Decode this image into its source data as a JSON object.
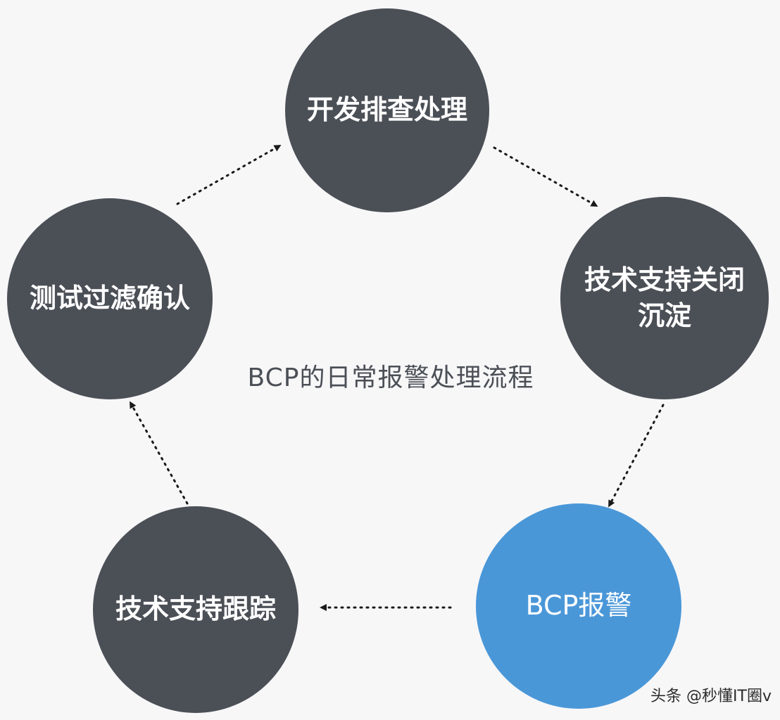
{
  "diagram": {
    "center_label": "BCP的日常报警处理流程",
    "nodes": [
      {
        "id": "dev",
        "label": "开发排查处理"
      },
      {
        "id": "support-close",
        "label_lines": [
          "技术支持关闭",
          "沉淀"
        ]
      },
      {
        "id": "alarm",
        "label": "BCP报警"
      },
      {
        "id": "support-track",
        "label": "技术支持跟踪"
      },
      {
        "id": "test",
        "label": "测试过滤确认"
      }
    ],
    "edges": [
      {
        "from": "dev",
        "to": "support-close"
      },
      {
        "from": "support-close",
        "to": "alarm"
      },
      {
        "from": "alarm",
        "to": "support-track"
      },
      {
        "from": "support-track",
        "to": "test"
      },
      {
        "from": "test",
        "to": "dev"
      }
    ],
    "colors": {
      "node": "#4b4f56",
      "accent_node": "#4a97d8",
      "arrow": "#1a1a1a",
      "background": "#f7f7f8"
    }
  },
  "watermark": "头条 @秒懂IT圈v"
}
